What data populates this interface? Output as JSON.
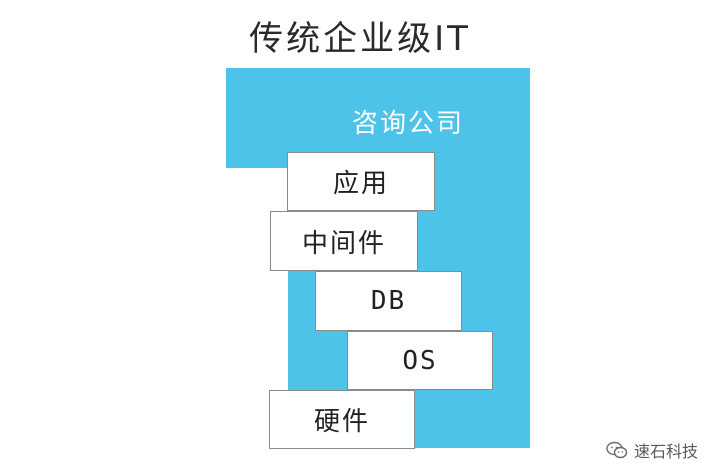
{
  "title": "传统企业级IT",
  "consulting": {
    "label": "咨询公司",
    "color": "#4dc3ea"
  },
  "layers": [
    {
      "label": "应用"
    },
    {
      "label": "中间件"
    },
    {
      "label": "DB"
    },
    {
      "label": "OS"
    },
    {
      "label": "硬件"
    }
  ],
  "watermark": {
    "icon": "wechat-icon",
    "text": "速石科技"
  }
}
